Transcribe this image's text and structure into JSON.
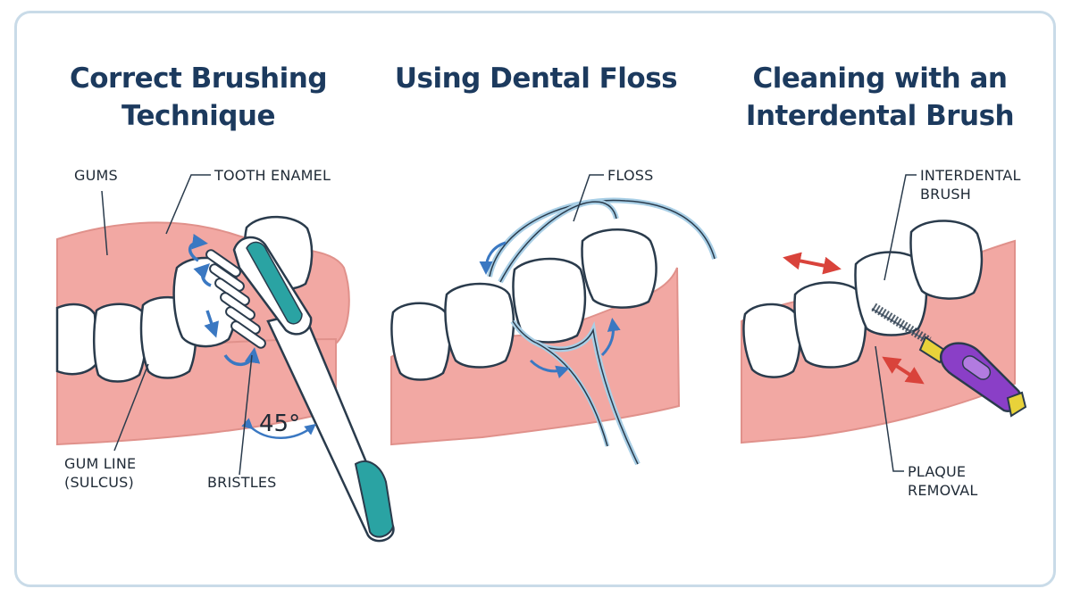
{
  "panels": [
    {
      "title_line1": "Correct Brushing",
      "title_line2": "Technique",
      "labels": {
        "gums": "GUMS",
        "tooth_enamel": "TOOTH ENAMEL",
        "gum_line_1": "GUM LINE",
        "gum_line_2": "(SULCUS)",
        "bristles": "BRISTLES",
        "angle": "45°"
      }
    },
    {
      "title_line1": "Using Dental Floss",
      "labels": {
        "floss": "FLOSS"
      }
    },
    {
      "title_line1": "Cleaning with an",
      "title_line2": "Interdental Brush",
      "labels": {
        "interdental_brush_1": "INTERDENTAL",
        "interdental_brush_2": "BRUSH",
        "plaque_removal_1": "PLAQUE",
        "plaque_removal_2": "REMOVAL"
      }
    }
  ],
  "colors": {
    "title": "#1c3a5e",
    "gum": "#f2a8a3",
    "tooth": "#ffffff",
    "toothbrush_accent": "#2aa3a3",
    "arrow_blue": "#3a78c2",
    "arrow_red": "#d9433b",
    "brush_handle": "#8a3fc7",
    "brush_tip": "#e8d23a",
    "floss": "#a9cfe6"
  }
}
